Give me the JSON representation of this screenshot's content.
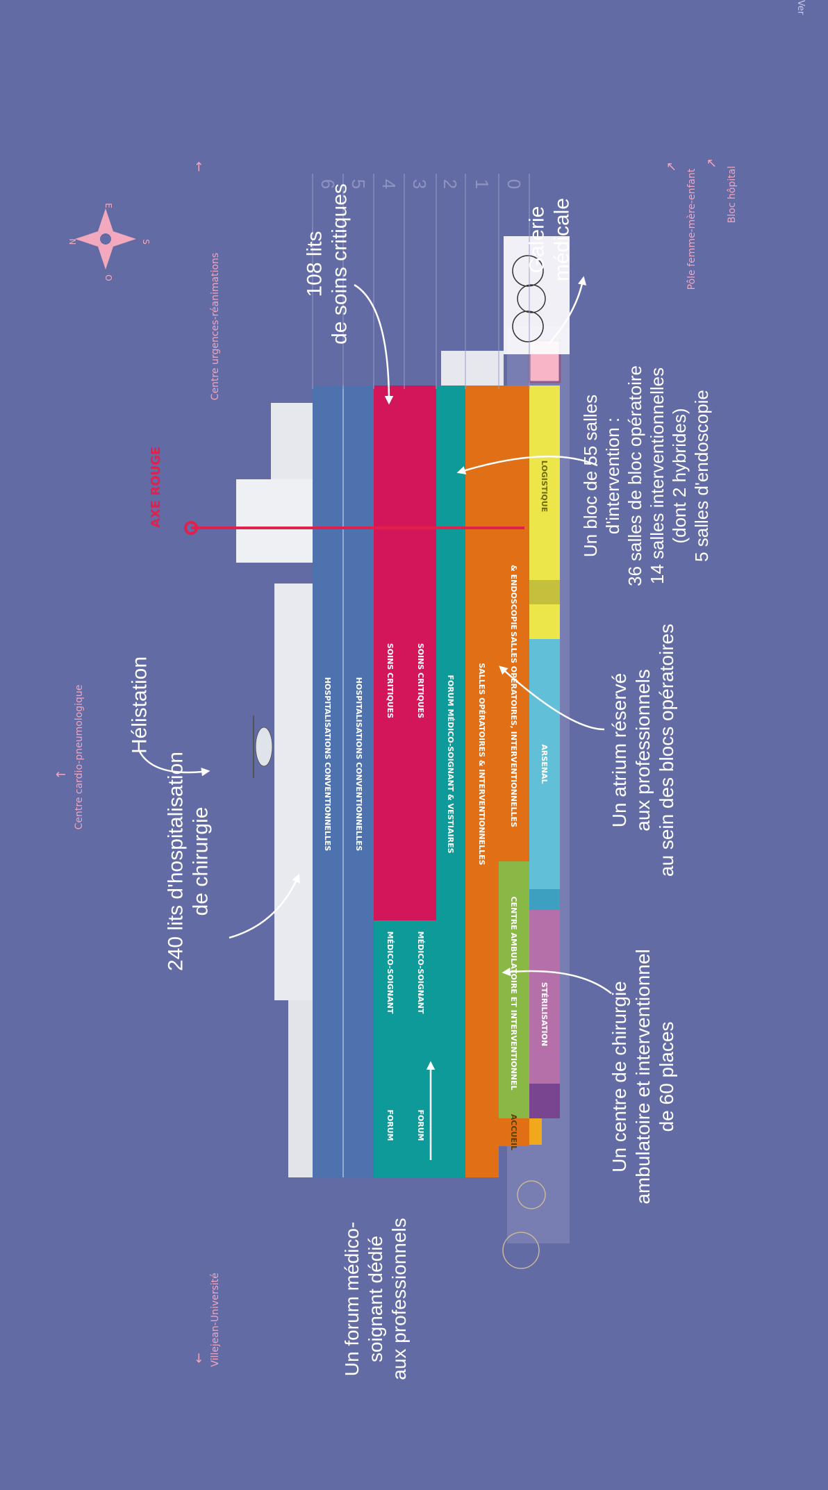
{
  "colors": {
    "background": "#636ba5",
    "hospitalisation": "#4d72ad",
    "soins_critiques": "#d3155a",
    "forum": "#0e9a98",
    "salles_operatoires": "#e16f16",
    "ambulatoire": "#8ab846",
    "sterilisation": "#b56fa9",
    "arsenal": "#62bfd8",
    "logistique": "#ece64a",
    "accueil": "#f2a81c",
    "axe_rouge": "#e0204d",
    "annotation": "#ffffff",
    "compass": "#f3a9bd",
    "direction": "#f1a6bf"
  },
  "edge_text": "Ver",
  "floors": [
    "6",
    "5",
    "4",
    "3",
    "2",
    "1",
    "0"
  ],
  "axe_rouge": "AXE ROUGE",
  "directions": {
    "centre_urgences": "Centre urgences-réanimations",
    "centre_cardio": "Centre cardio-pneumologique",
    "villejean": "Villejean-Université",
    "pole_femme": "Pôle femme-mère-enfant",
    "bloc_hopital": "Bloc hôpital"
  },
  "compass": {
    "north": "N",
    "east": "E",
    "south": "S",
    "west": "O"
  },
  "zones": {
    "hosp_1": "HOSPITALISATIONS CONVENTIONNELLES",
    "hosp_2": "HOSPITALISATIONS CONVENTIONNELLES",
    "soins_1": "SOINS CRITIQUES",
    "soins_2": "SOINS CRITIQUES",
    "medico_1": "MÉDICO-SOIGNANT",
    "medico_2": "MÉDICO-SOIGNANT",
    "forum_1": "FORUM",
    "forum_2": "FORUM",
    "forum_vestiaires": "FORUM MÉDICO-SOIGNANT & VESTIAIRES",
    "salles_1": "SALLES OPÉRATOIRES & INTERVENTIONNELLES",
    "salles_2": "SALLES OPÉRATOIRES, INTERVENTIONNELLES",
    "endoscopie": "& ENDOSCOPIE",
    "centre_ambulatoire": "CENTRE AMBULATOIRE ET INTERVENTIONNEL",
    "accueil": "ACCUEIL",
    "sterilisation": "STÉRILISATION",
    "arsenal": "ARSENAL",
    "logistique": "LOGISTIQUE"
  },
  "annotations": {
    "lits_240": [
      "240 lits d'hospitalisation",
      "de chirurgie"
    ],
    "helistation": [
      "Hélistation"
    ],
    "lits_108": [
      "108 lits",
      "de soins critiques"
    ],
    "galerie": [
      "Galerie",
      "médicale"
    ],
    "bloc_55": [
      "Un bloc de 55 salles",
      "d'intervention :",
      "36 salles de bloc opératoire",
      "14 salles interventionnelles",
      "(dont 2 hybrides)",
      "5 salles d'endoscopie"
    ],
    "atrium": [
      "Un atrium réservé",
      "aux professionnels",
      "au sein des blocs opératoires"
    ],
    "centre_chir": [
      "Un centre de chirurgie",
      "ambulatoire et interventionnel",
      "de 60 places"
    ],
    "forum": [
      "Un forum médico-",
      "soignant dédié",
      "aux professionnels"
    ]
  }
}
